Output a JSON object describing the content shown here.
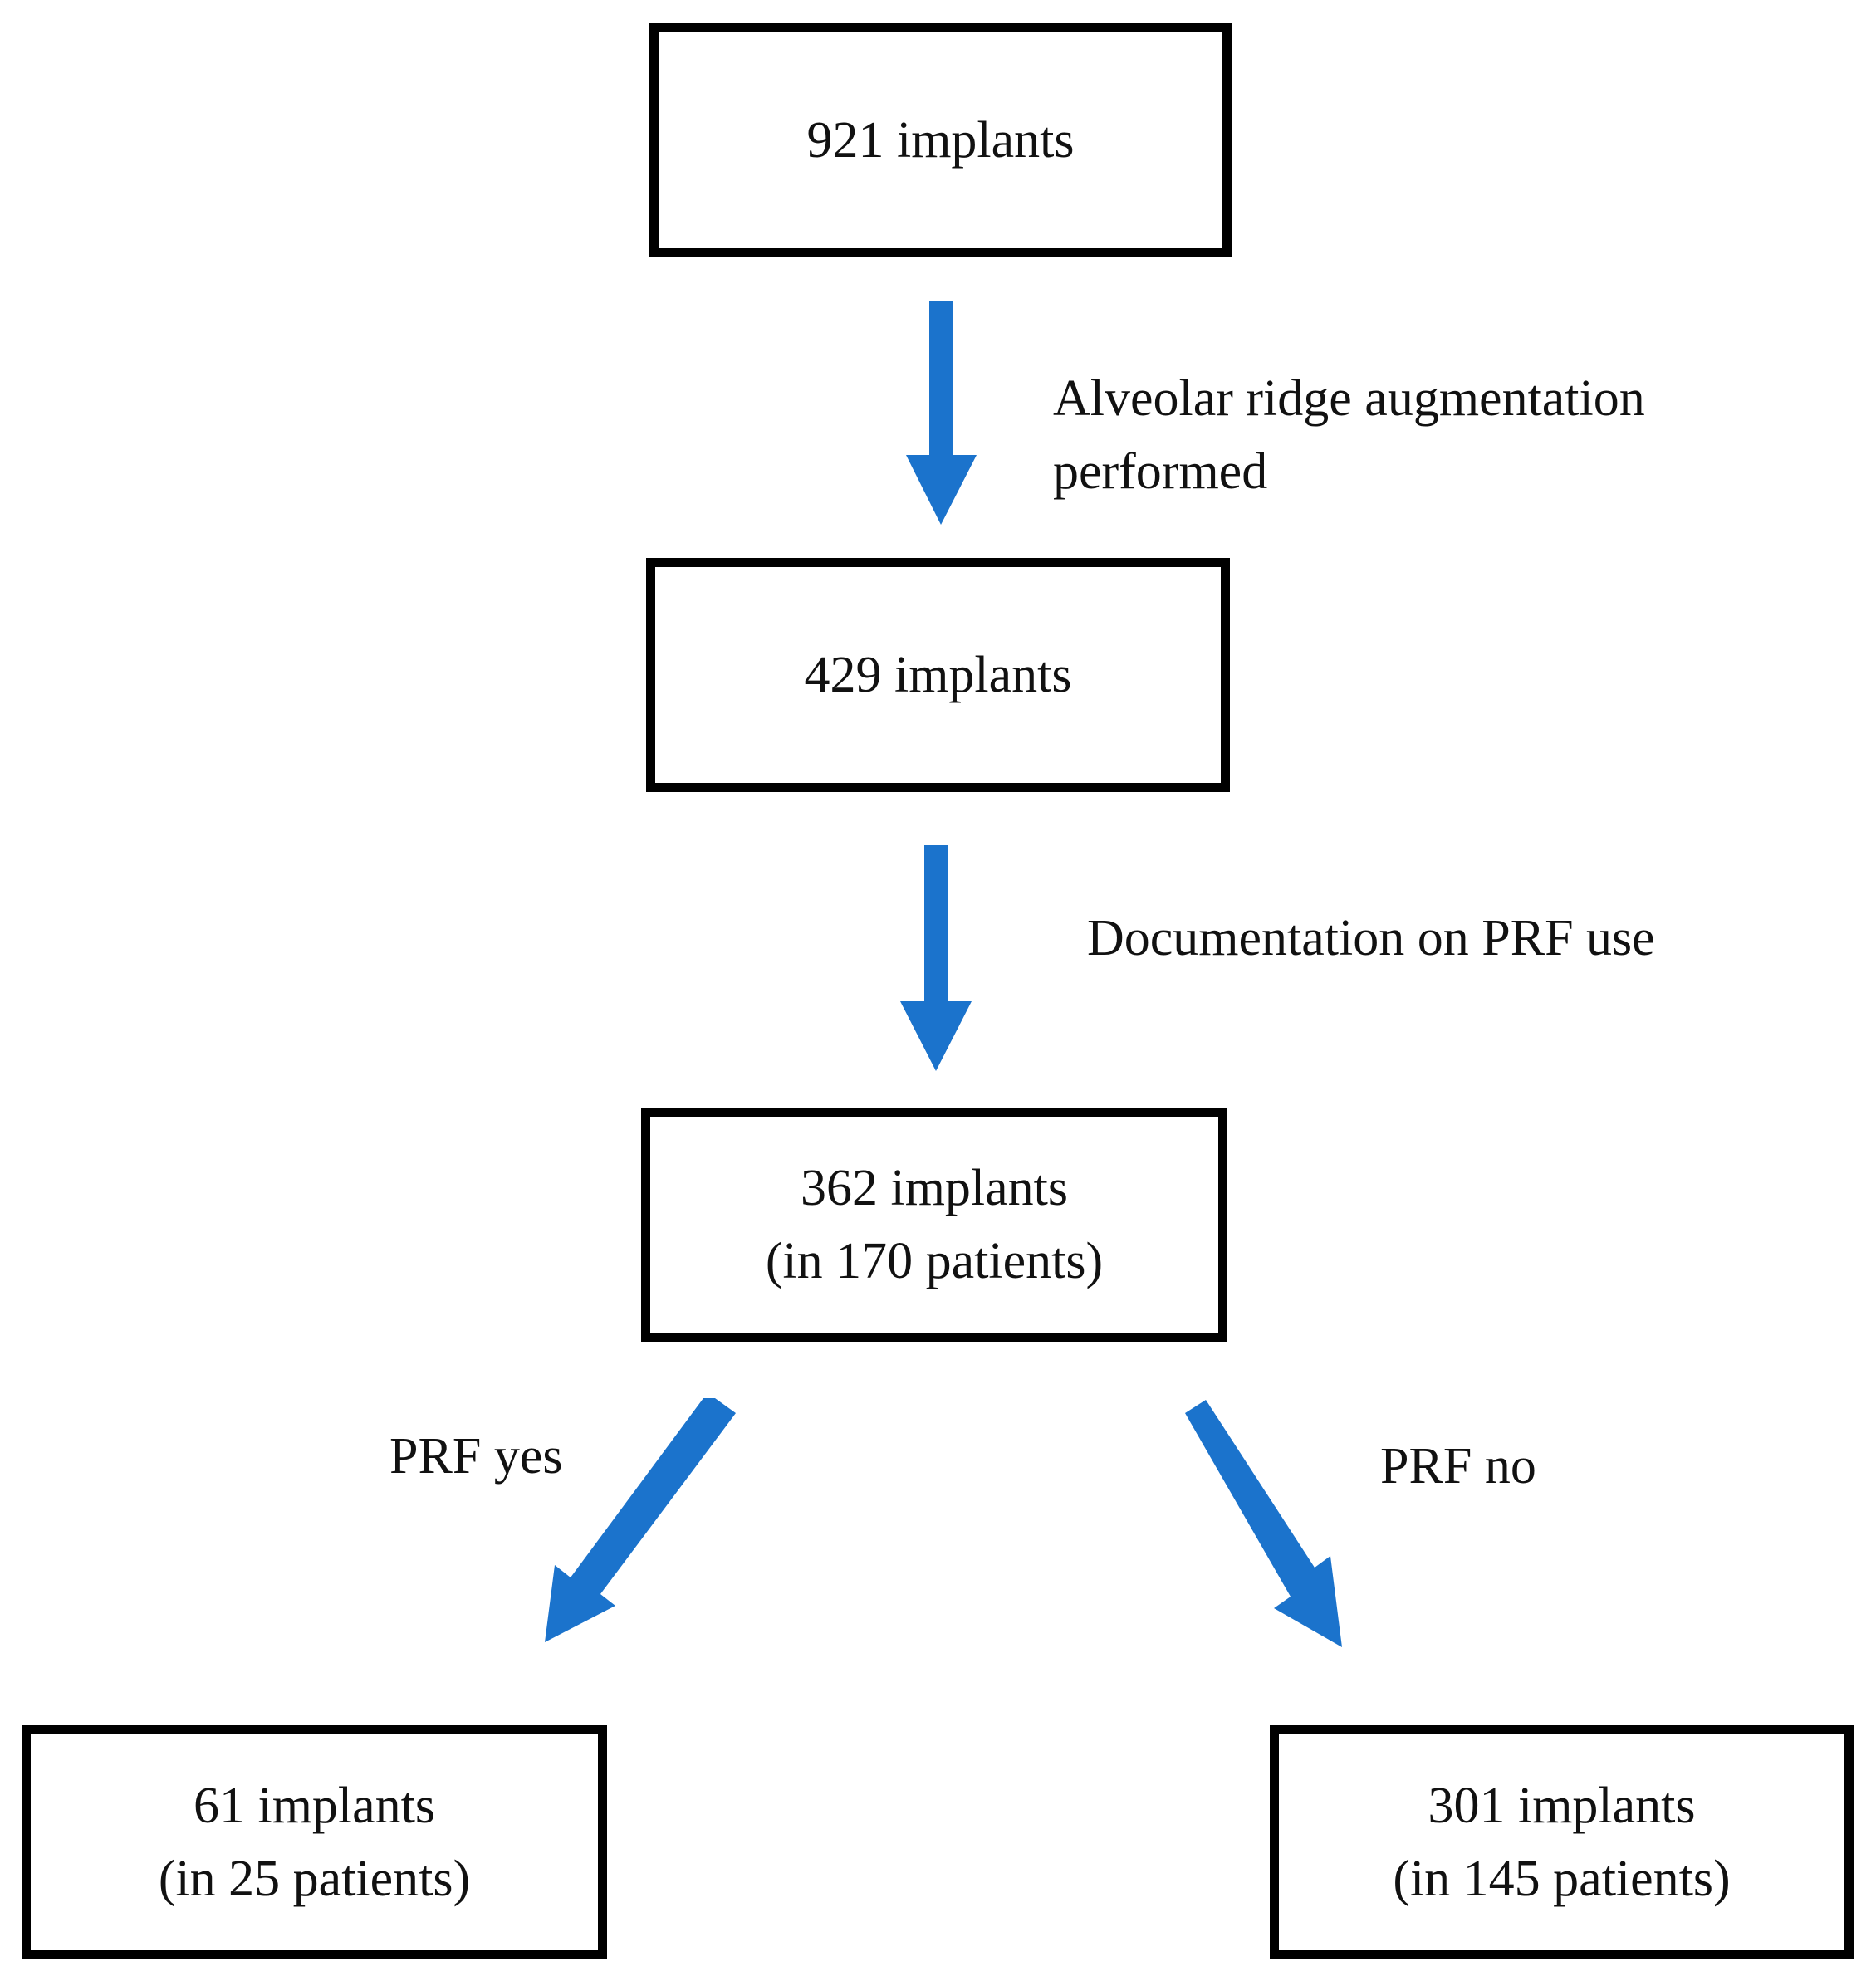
{
  "colors": {
    "arrow": "#1B73CC",
    "box_border": "#000000",
    "background": "#FFFFFF",
    "text": "#111111"
  },
  "boxes": {
    "total": {
      "line1": "921 implants"
    },
    "augmented": {
      "line1": "429 implants"
    },
    "documented": {
      "line1": "362 implants",
      "line2": "(in 170 patients)"
    },
    "prf_yes": {
      "line1": "61 implants",
      "line2": "(in 25 patients)"
    },
    "prf_no": {
      "line1": "301 implants",
      "line2": "(in 145 patients)"
    }
  },
  "labels": {
    "step1_line1": "Alveolar ridge augmentation",
    "step1_line2": "performed",
    "step2": "Documentation on PRF use",
    "branch_yes": "PRF yes",
    "branch_no": "PRF no"
  }
}
